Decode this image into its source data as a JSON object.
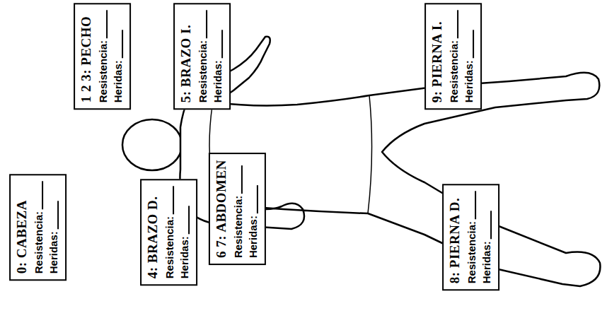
{
  "diagram": {
    "nodes": [
      {
        "text": [
          "0: CABEZA",
          "Resistencia:",
          "Heridas:"
        ]
      },
      {
        "text": [
          "1 2 3: PECHO",
          "Resistencia:",
          "Heridas:"
        ]
      },
      {
        "text": [
          "4: BRAZO D.",
          "Resistencia:",
          "Heridas:"
        ]
      },
      {
        "text": [
          "5: BRAZO I.",
          "Resistencia:",
          "Heridas:"
        ]
      },
      {
        "text": [
          "6 7: ABDOMEN",
          "Resistencia:",
          "Heridas:"
        ]
      },
      {
        "text": [
          "8: PIERNA D.",
          "Resistencia:",
          "Heridas:"
        ]
      },
      {
        "text": [
          "9: PIERNA I.",
          "Resistencia:",
          "Heridas:"
        ]
      }
    ]
  }
}
